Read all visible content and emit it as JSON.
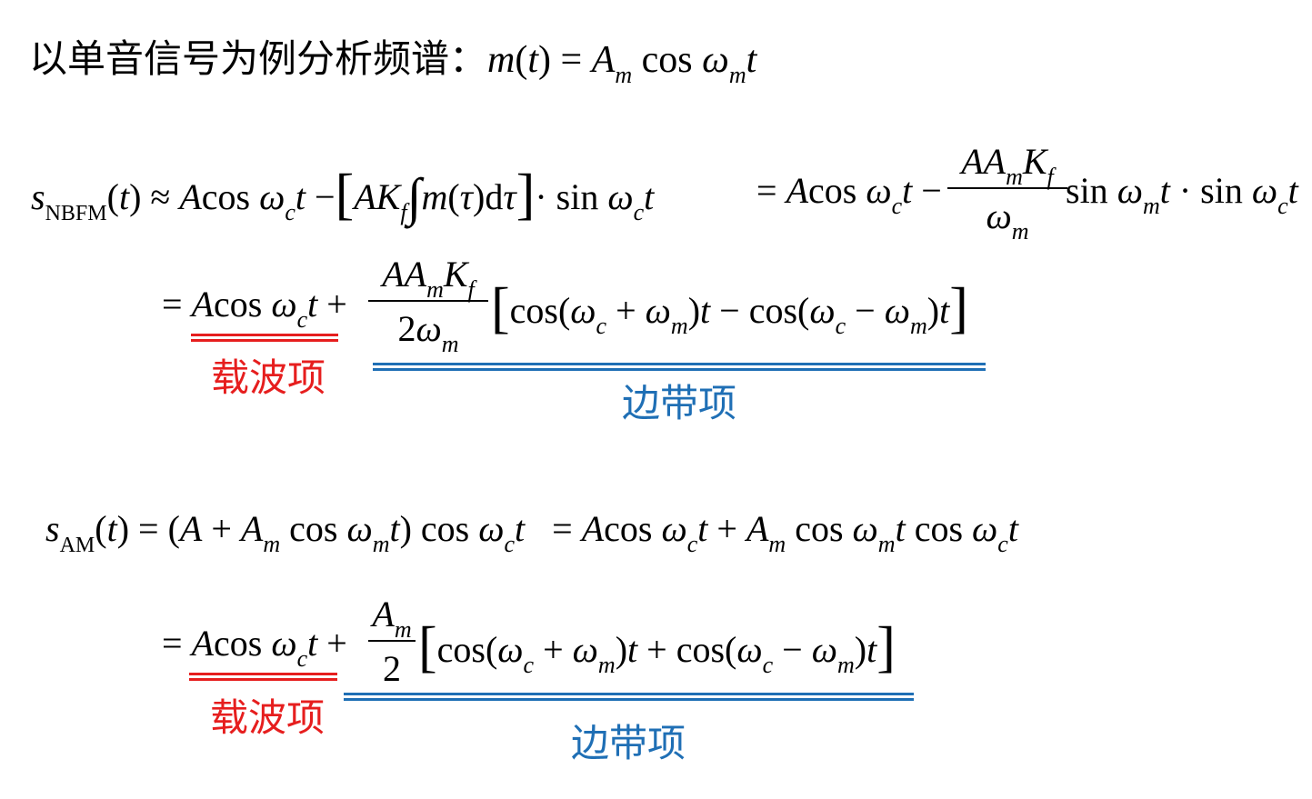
{
  "title": {
    "text": "以单音信号为例分析频谱：",
    "formula": "m(t) = A_m cos ω_m t"
  },
  "nbfm": {
    "line1_lhs": "s_NBFM(t) ≈ A cos ω_c t − [A K_f ∫ m(τ) dτ] · sin ω_c t = A cos ω_c t − (A A_m K_f / ω_m) sin ω_m t · sin ω_c t",
    "line2": "= A cos ω_c t + (A A_m K_f / 2ω_m)[cos(ω_c + ω_m)t − cos(ω_c − ω_m)t]",
    "carrier_label": "载波项",
    "sideband_label": "边带项"
  },
  "am": {
    "line1": "s_AM(t) = (A + A_m cos ω_m t) cos ω_c t = A cos ω_c t + A_m cos ω_m t cos ω_c t",
    "line2": "= A cos ω_c t + (A_m / 2)[cos(ω_c + ω_m)t + cos(ω_c − ω_m)t]",
    "carrier_label": "载波项",
    "sideband_label": "边带项"
  },
  "colors": {
    "carrier": "#e61e1e",
    "sideband": "#1f6fb5"
  }
}
